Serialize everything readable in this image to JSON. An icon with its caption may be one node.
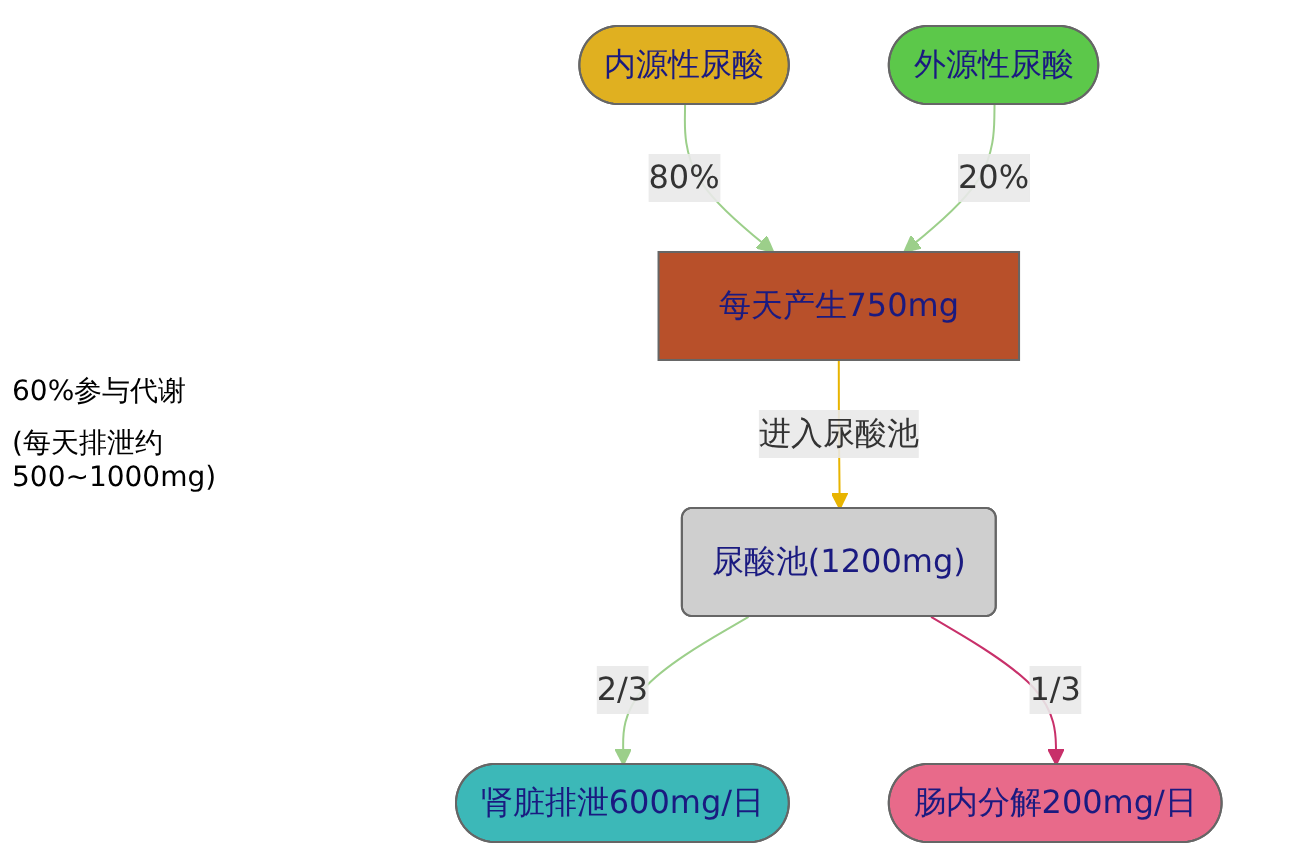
{
  "diagram": {
    "nodes": [
      {
        "text": [
          "内源性尿酸"
        ]
      },
      {
        "text": [
          "外源性尿酸"
        ]
      },
      {
        "text": [
          "每天产生750mg"
        ]
      },
      {
        "text": [
          "尿酸池(1200mg)"
        ]
      },
      {
        "text": [
          "肾脏排泄600mg/日"
        ]
      },
      {
        "text": [
          "肠内分解200mg/日"
        ]
      }
    ],
    "edges": [
      {
        "from": 0,
        "to": 2,
        "arrow": "to",
        "label": "80%",
        "color": "#9ccf8a"
      },
      {
        "from": 1,
        "to": 2,
        "arrow": "to",
        "label": "20%",
        "color": "#9ccf8a"
      },
      {
        "from": 2,
        "to": 3,
        "arrow": "to",
        "label": "进入尿酸池",
        "color": "#e8b400"
      },
      {
        "from": 3,
        "to": 4,
        "arrow": "to",
        "label": "2/3",
        "color": "#9ccf8a"
      },
      {
        "from": 3,
        "to": 5,
        "arrow": "to",
        "label": "1/3",
        "color": "#c8306a"
      }
    ],
    "labels": [
      "60%参与代谢",
      "(每天排泄约500~1000mg)"
    ]
  }
}
